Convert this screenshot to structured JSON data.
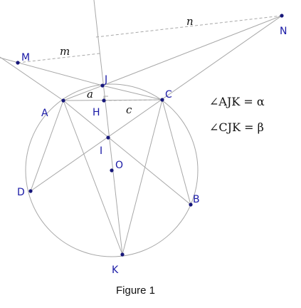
{
  "points": {
    "M": "M",
    "N": "N",
    "J": "J",
    "A": "A",
    "C": "C",
    "H": "H",
    "I": "I",
    "O": "O",
    "D": "D",
    "B": "B",
    "K": "K"
  },
  "segments": {
    "m": "m",
    "n": "n",
    "a": "a",
    "c": "c"
  },
  "formulas": [
    "∠AJK = α",
    "∠CJK = β"
  ],
  "caption": "Figure 1",
  "colors": {
    "point": "#17177a",
    "label": "#1a1aa6",
    "line": "#a8a8a8"
  }
}
